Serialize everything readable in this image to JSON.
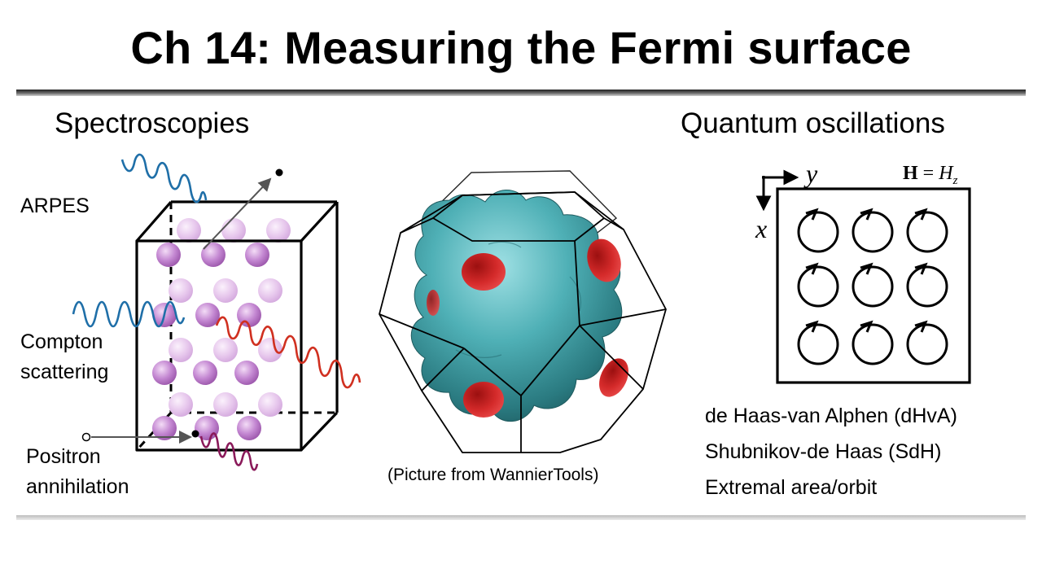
{
  "slide": {
    "title": "Ch 14: Measuring the Fermi surface"
  },
  "left": {
    "heading": "Spectroscopies",
    "arpes_label": "ARPES",
    "compton_line1": "Compton",
    "compton_line2": "scattering",
    "positron_line1": "Positron",
    "positron_line2": "annihilation"
  },
  "center": {
    "caption": "(Picture from WannierTools)"
  },
  "right": {
    "heading": "Quantum oscillations",
    "axis_x": "x",
    "axis_y": "y",
    "field_label_bold": "H",
    "field_label_eq": " = ",
    "field_label_var": "H",
    "field_label_sub": "z",
    "methods": [
      "de Haas-van Alphen (dHvA)",
      "Shubnikov-de Haas (SdH)",
      "Extremal area/orbit"
    ]
  },
  "colors": {
    "atom": "#b070c0",
    "wave_arpes": "#1f6fa8",
    "wave_compton_out": "#d03020",
    "wave_positron": "#8a1a5a",
    "fermi_surface": "#3f9aa0",
    "pocket": "#d42a2a"
  }
}
